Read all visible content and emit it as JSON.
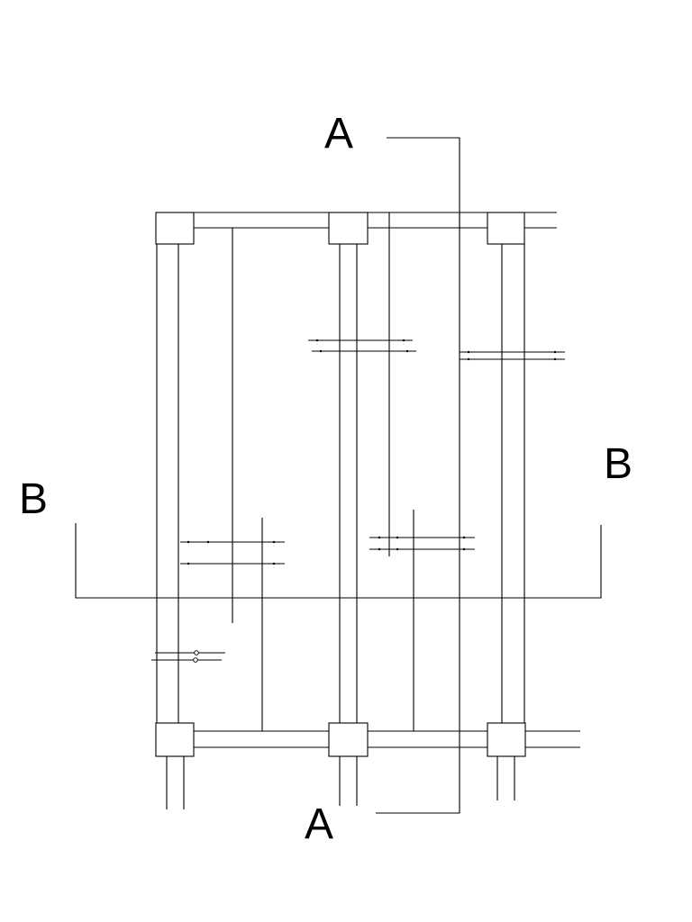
{
  "labels": {
    "section_a_top": "A",
    "section_a_bottom": "A",
    "section_b_left": "B",
    "section_b_right": "B"
  },
  "colors": {
    "line": "#000000",
    "background": "#ffffff"
  }
}
